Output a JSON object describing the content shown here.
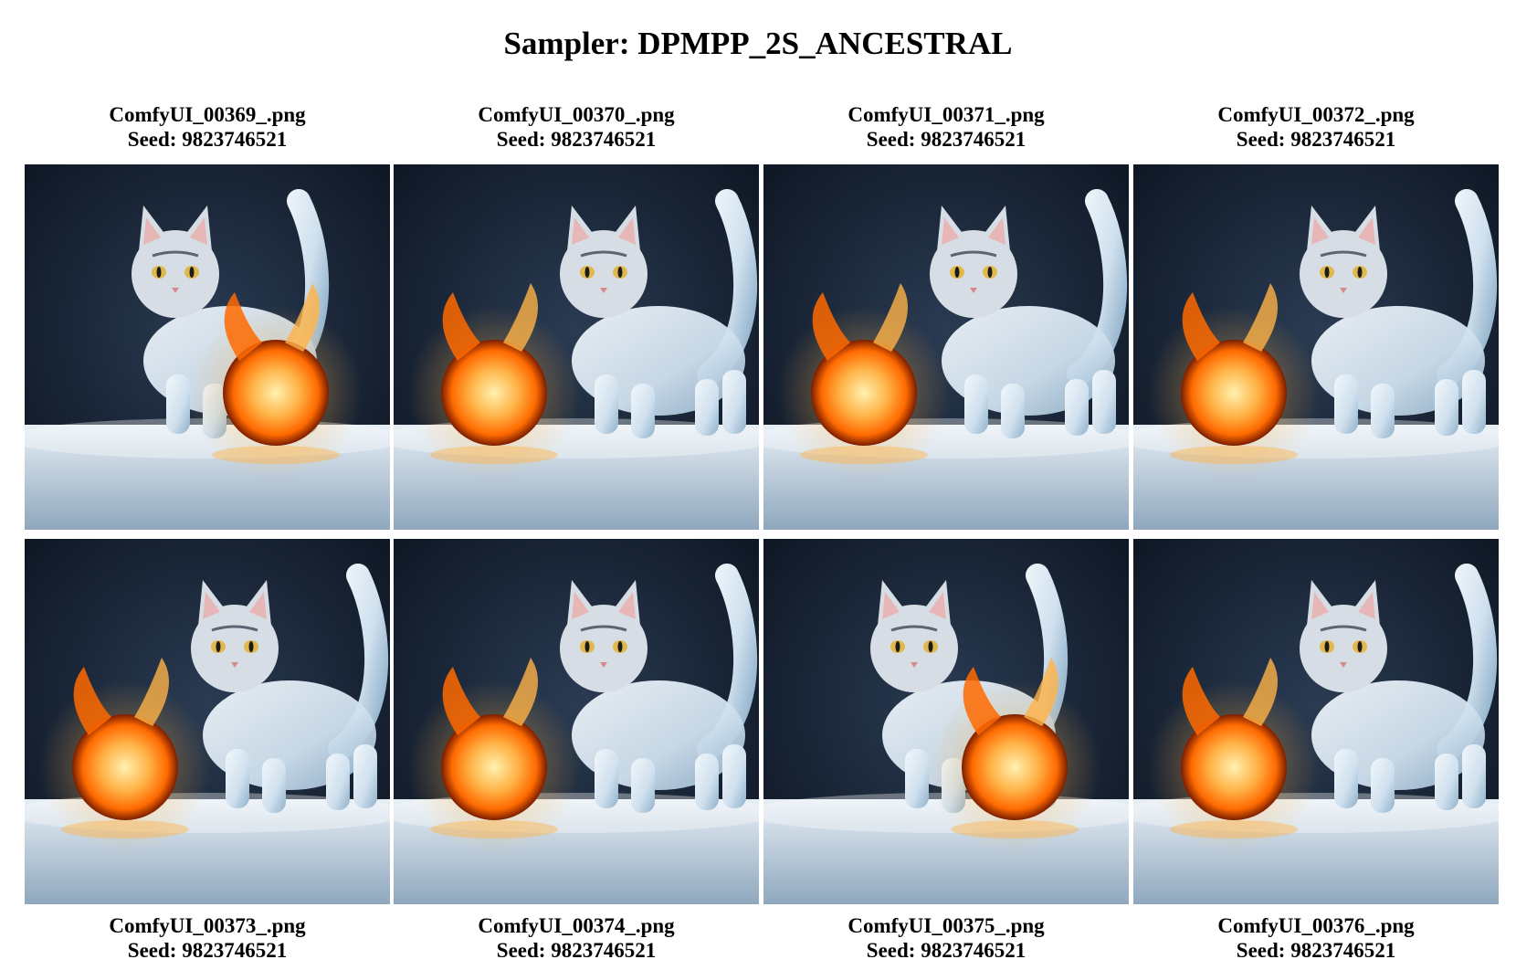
{
  "page": {
    "title": "Sampler: DPMPP_2S_ANCESTRAL"
  },
  "images": [
    {
      "filename": "ComfyUI_00369_.png",
      "seed": "Seed: 9823746521",
      "ball_side": "right"
    },
    {
      "filename": "ComfyUI_00370_.png",
      "seed": "Seed: 9823746521",
      "ball_side": "left"
    },
    {
      "filename": "ComfyUI_00371_.png",
      "seed": "Seed: 9823746521",
      "ball_side": "left"
    },
    {
      "filename": "ComfyUI_00372_.png",
      "seed": "Seed: 9823746521",
      "ball_side": "left"
    },
    {
      "filename": "ComfyUI_00373_.png",
      "seed": "Seed: 9823746521",
      "ball_side": "left"
    },
    {
      "filename": "ComfyUI_00374_.png",
      "seed": "Seed: 9823746521",
      "ball_side": "left"
    },
    {
      "filename": "ComfyUI_00375_.png",
      "seed": "Seed: 9823746521",
      "ball_side": "right"
    },
    {
      "filename": "ComfyUI_00376_.png",
      "seed": "Seed: 9823746521",
      "ball_side": "left"
    }
  ],
  "colors": {
    "background_dark": "#0d1522",
    "ice": "#cfe0ee",
    "snow": "#e6eef5",
    "fire_core": "#ffb347",
    "fire_outer": "#ff6a00"
  }
}
